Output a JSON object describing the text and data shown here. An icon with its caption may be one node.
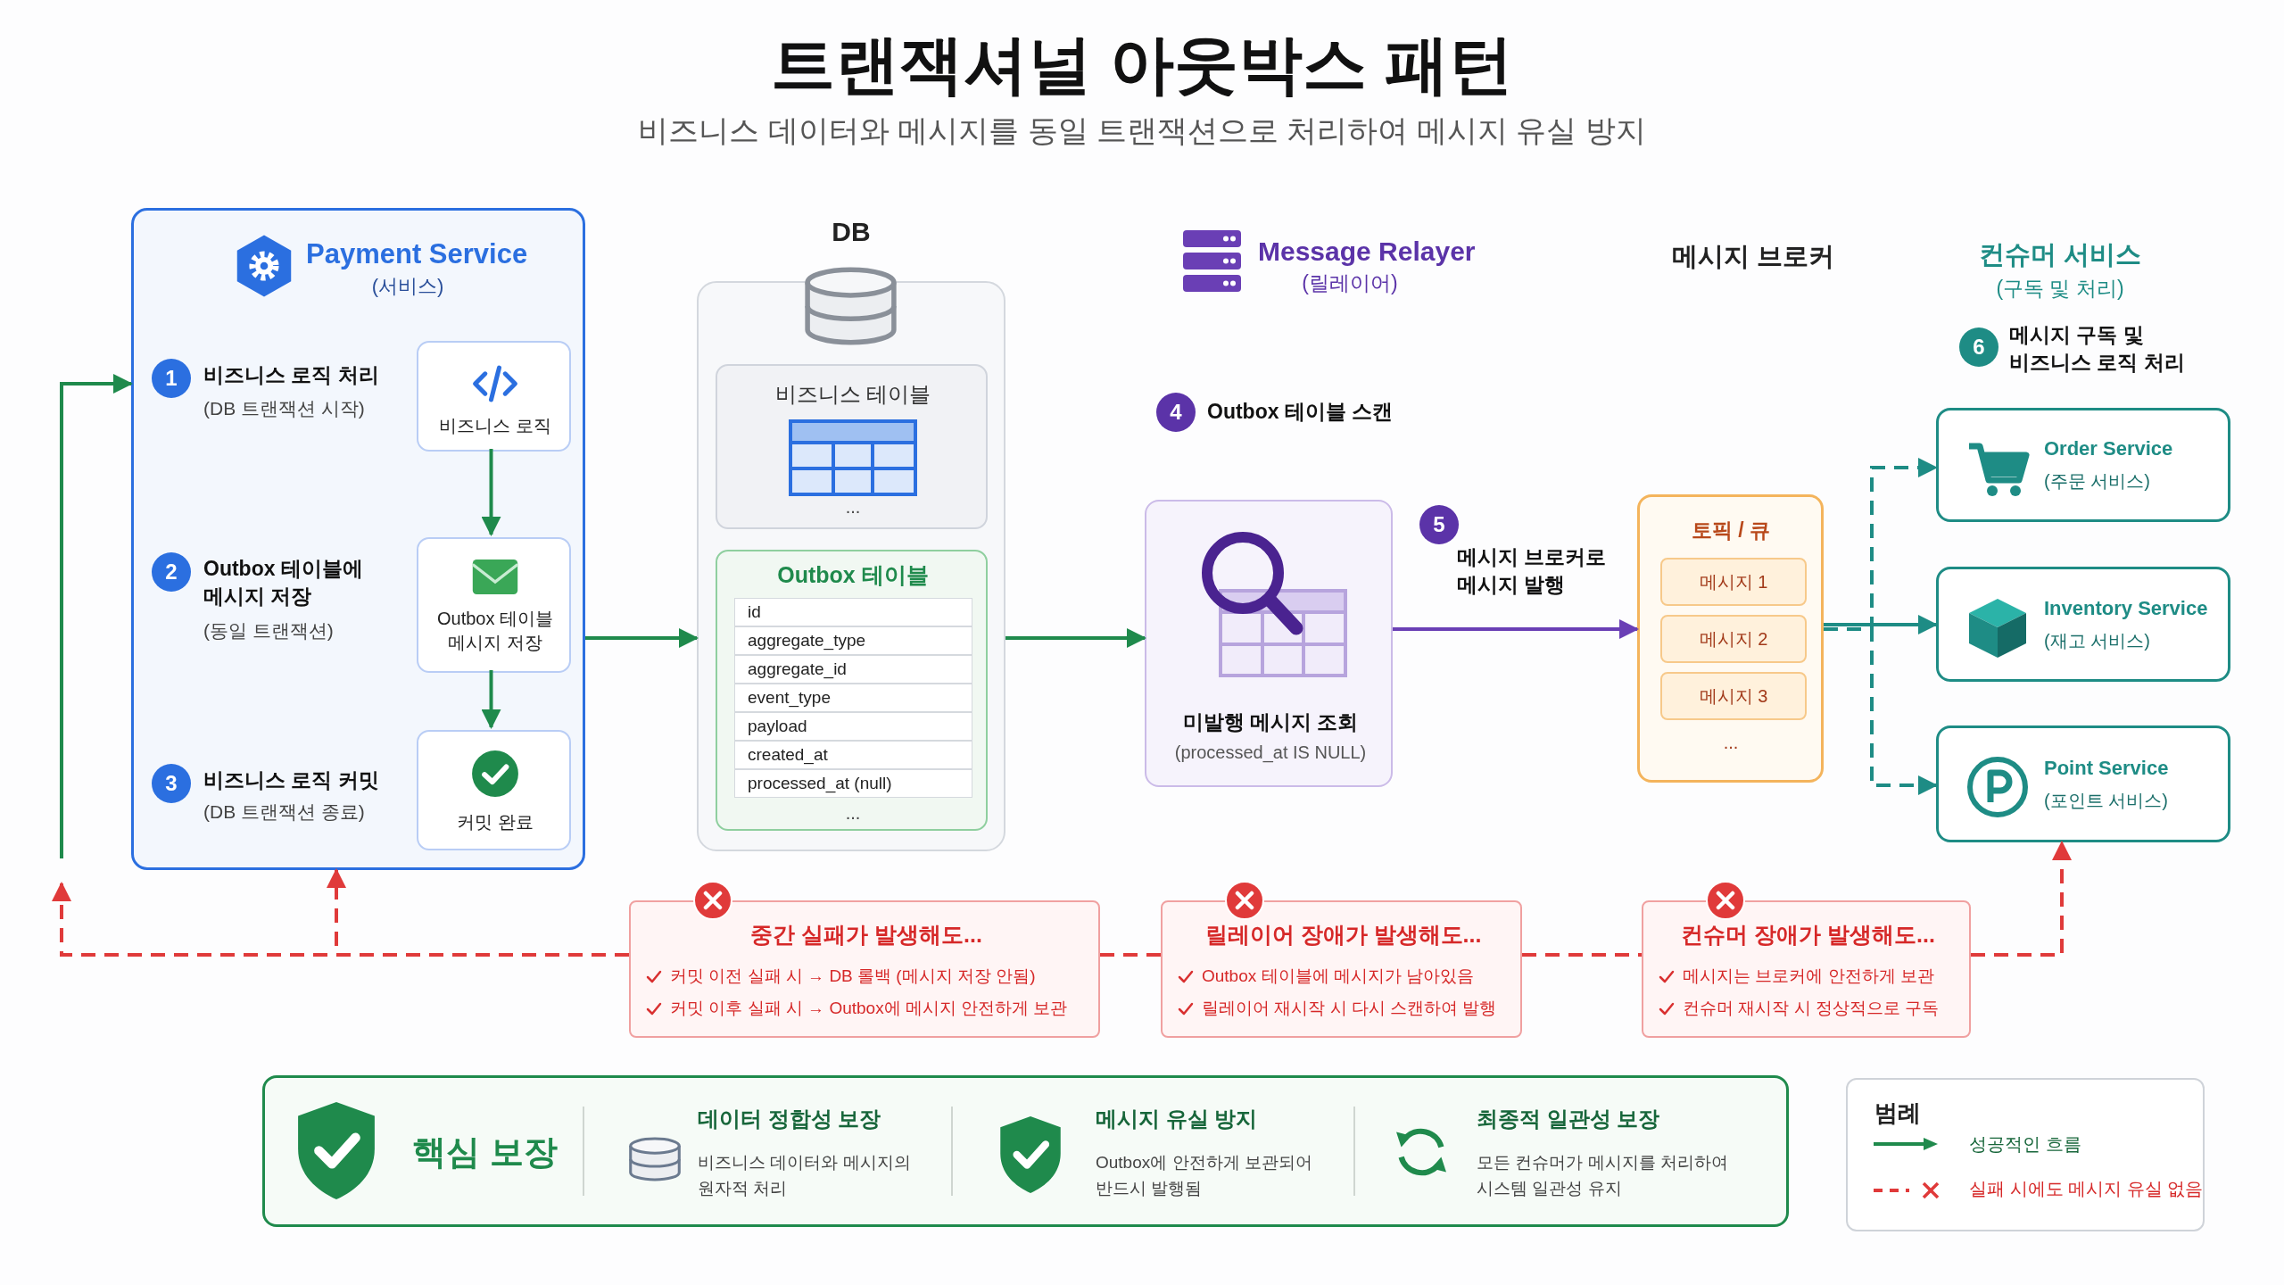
{
  "diagram": {
    "title": "트랜잭셔널 아웃박스 패턴",
    "nodes": [
      {
        "text": [
          "Payment Service",
          "(서비스)"
        ]
      },
      {
        "text": [
          "1"
        ],
        "beside": [
          "비즈니스 로직 처리",
          "(DB 트랜잭션 시작)"
        ],
        "in": 0
      },
      {
        "text": [
          "비즈니스 로직"
        ],
        "in": 0
      },
      {
        "text": [
          "2"
        ],
        "beside": [
          "Outbox 테이블에 메시지 저장",
          "(동일 트랜잭션)"
        ],
        "in": 0
      },
      {
        "text": [
          "Outbox 테이블 메시지 저장"
        ],
        "in": 0
      },
      {
        "text": [
          "3"
        ],
        "beside": [
          "비즈니스 로직 커밋",
          "(DB 트랜잭션 종료)"
        ],
        "in": 0
      },
      {
        "text": [
          "커밋 완료"
        ],
        "in": 0
      },
      {
        "text": [
          "DB"
        ]
      },
      {
        "text": [
          "비즈니스 테이블",
          "..."
        ],
        "in": 7
      },
      {
        "text": [
          "Outbox 테이블",
          "..."
        ],
        "in": 7
      },
      {
        "text": [
          "id"
        ],
        "in": 9
      },
      {
        "text": [
          "aggregate_type"
        ],
        "in": 9
      },
      {
        "text": [
          "aggregate_id"
        ],
        "in": 9
      },
      {
        "text": [
          "event_type"
        ],
        "in": 9
      },
      {
        "text": [
          "payload"
        ],
        "in": 9
      },
      {
        "text": [
          "created_at"
        ],
        "in": 9
      },
      {
        "text": [
          "processed_at (null)"
        ],
        "in": 9
      },
      {
        "text": [
          "4"
        ],
        "beside": [
          "Outbox 테이블 스캔"
        ]
      },
      {
        "text": [
          "미발행 메시지 조회",
          "(processed_at IS NULL)"
        ]
      },
      {
        "text": [
          "5"
        ],
        "beside": [
          "메시지 브로커로 메시지 발행"
        ]
      },
      {
        "text": [
          "토픽 / 큐",
          "..."
        ]
      },
      {
        "text": [
          "메시지 1"
        ],
        "in": 20
      },
      {
        "text": [
          "메시지 2"
        ],
        "in": 20
      },
      {
        "text": [
          "메시지 3"
        ],
        "in": 20
      },
      {
        "text": [
          "6"
        ],
        "beside": [
          "메시지 구독 및 비즈니스 로직 처리"
        ]
      },
      {
        "text": [
          "Order Service",
          "(주문 서비스)"
        ]
      },
      {
        "text": [
          "Inventory Service",
          "(재고 서비스)"
        ]
      },
      {
        "text": [
          "Point Service",
          "(포인트 서비스)"
        ]
      },
      {
        "text": [
          "중간 실패가 발생해도...",
          "커밋 이전 실패 시 → DB 롤백 (메시지 저장 안됨)",
          "커밋 이후 실패 시 → Outbox에 메시지 안전하게 보관"
        ]
      },
      {
        "text": [
          "릴레이어 장애가 발생해도...",
          "Outbox 테이블에 메시지가 남아있음",
          "릴레이어 재시작 시 다시 스캔하여 발행"
        ]
      },
      {
        "text": [
          "컨슈머 장애가 발생해도...",
          "메시지는 브로커에 안전하게 보관",
          "컨슈머 재시작 시 정상적으로 구독"
        ]
      },
      {
        "text": [
          "핵심 보장",
          "데이터 정합성 보장",
          "비즈니스 데이터와 메시지의 원자적 처리",
          "메시지 유실 방지",
          "Outbox에 안전하게 보관되어 반드시 발행됨",
          "최종적 일관성 보장",
          "모든 컨슈머가 메시지를 처리하여 시스템 일관성 유지"
        ]
      }
    ],
    "edges": [
      {
        "from": 2,
        "to": 4,
        "arrow": "to",
        "color": "#1f8a4c"
      },
      {
        "from": 4,
        "to": 6,
        "arrow": "to",
        "color": "#1f8a4c"
      },
      {
        "from": 0,
        "to": 7,
        "arrow": "to",
        "color": "#1f8a4c"
      },
      {
        "from": 7,
        "to": 18,
        "arrow": "to",
        "color": "#1f8a4c"
      },
      {
        "from": 18,
        "to": 20,
        "arrow": "to",
        "color": "#6a3fb5"
      },
      {
        "from": 20,
        "to": 25,
        "arrow": "to",
        "style": "dashed",
        "color": "#1e8c85"
      },
      {
        "from": 20,
        "to": 26,
        "arrow": "to",
        "color": "#1e8c85"
      },
      {
        "from": 20,
        "to": 27,
        "arrow": "to",
        "style": "dashed",
        "color": "#1e8c85"
      },
      {
        "from": null,
        "to": 0,
        "arrow": "to",
        "color": "#1f8a4c"
      },
      {
        "from": 28,
        "to": null,
        "arrow": "to",
        "style": "dashed",
        "color": "#e03a3a"
      },
      {
        "from": 28,
        "to": 0,
        "arrow": "to",
        "style": "dashed",
        "color": "#e03a3a"
      },
      {
        "from": 28,
        "to": 29,
        "arrow": "none",
        "style": "dashed",
        "color": "#e03a3a"
      },
      {
        "from": 29,
        "to": 30,
        "arrow": "none",
        "style": "dashed",
        "color": "#e03a3a"
      },
      {
        "from": 30,
        "to": 27,
        "arrow": "to",
        "style": "dashed",
        "color": "#e03a3a"
      }
    ],
    "labels": [
      "비즈니스 데이터와 메시지를 동일 트랜잭션으로 처리하여 메시지 유실 방지",
      "Message Relayer",
      "(릴레이어)",
      "메시지 브로커",
      "컨슈머 서비스",
      "(구독 및 처리)",
      "범례"
    ],
    "legend": [
      {
        "text": "성공적인 흐름"
      },
      {
        "text": "실패 시에도 메시지 유실 없음"
      }
    ]
  }
}
